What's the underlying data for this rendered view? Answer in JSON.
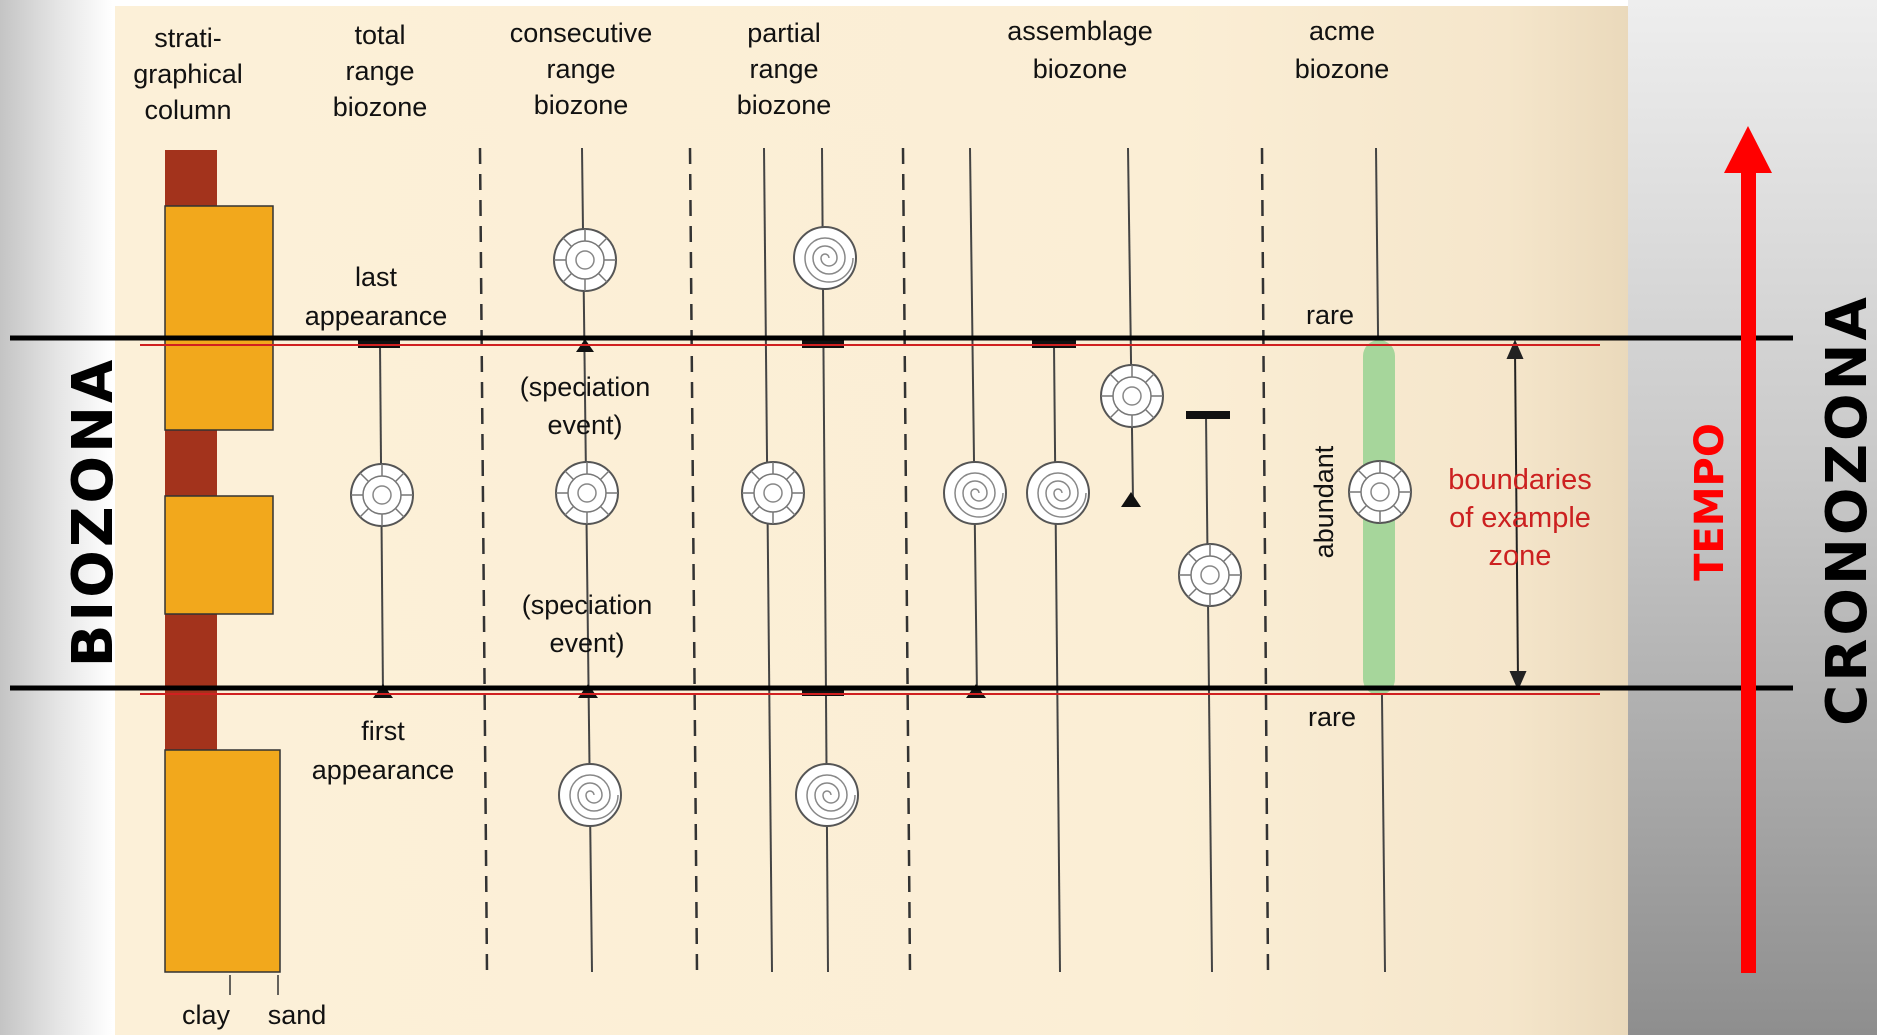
{
  "column_headers": {
    "strat": [
      "strati-",
      "graphical",
      "column"
    ],
    "total": [
      "total",
      "range",
      "biozone"
    ],
    "consecutive": [
      "consecutive",
      "range",
      "biozone"
    ],
    "partial": [
      "partial",
      "range",
      "biozone"
    ],
    "assemblage": [
      "assemblage",
      "biozone"
    ],
    "acme": [
      "acme",
      "biozone"
    ]
  },
  "labels": {
    "last_appearance": [
      "last",
      "appearance"
    ],
    "first_appearance": [
      "first",
      "appearance"
    ],
    "speciation_event": [
      "(speciation",
      "event)"
    ],
    "rare": "rare",
    "abundant": "abundant",
    "boundaries": [
      "boundaries",
      "of example",
      "zone"
    ],
    "clay": "clay",
    "sand": "sand",
    "biozona": "BIOZONA",
    "cronozona": "CRONOZONA",
    "tempo": "TEMPO"
  },
  "colors": {
    "paper": "#fbeed5",
    "sand_bed": "#f2a81c",
    "clay_bed": "#a3331c",
    "acme_bar": "#a6d69b",
    "boundary_text": "#cc2020",
    "tempo_arrow": "#ff0000"
  }
}
